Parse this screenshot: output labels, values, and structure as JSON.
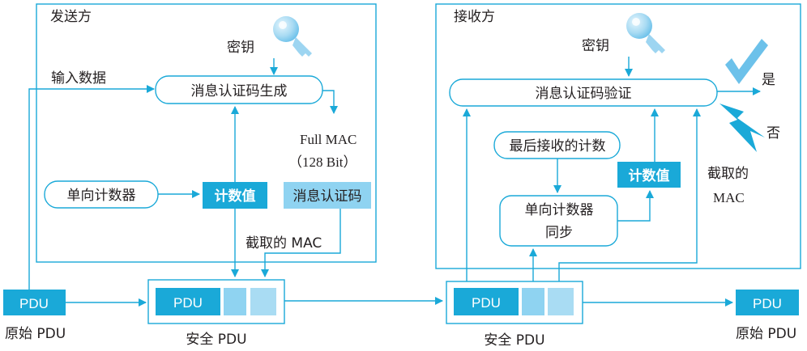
{
  "sender": {
    "title": "发送方",
    "key_label": "密钥",
    "input_label": "输入数据",
    "mac_gen": "消息认证码生成",
    "full_mac_1": "Full MAC",
    "full_mac_2": "（128 Bit）",
    "counter": "单向计数器",
    "count_value": "计数值",
    "mac": "消息认证码",
    "truncated": "截取的 MAC"
  },
  "receiver": {
    "title": "接收方",
    "key_label": "密钥",
    "mac_verify": "消息认证码验证",
    "yes": "是",
    "no": "否",
    "last_count": "最后接收的计数",
    "count_value": "计数值",
    "sync_1": "单向计数器",
    "sync_2": "同步",
    "truncated_1": "截取的",
    "truncated_2": "MAC"
  },
  "pdu": {
    "label": "PDU",
    "original": "原始 PDU",
    "secure": "安全 PDU"
  },
  "colors": {
    "accent": "#1aa9d8",
    "light": "#8fd3f1",
    "text": "#231f20"
  },
  "icons": [
    "key-icon",
    "check-icon",
    "lightning-icon"
  ]
}
